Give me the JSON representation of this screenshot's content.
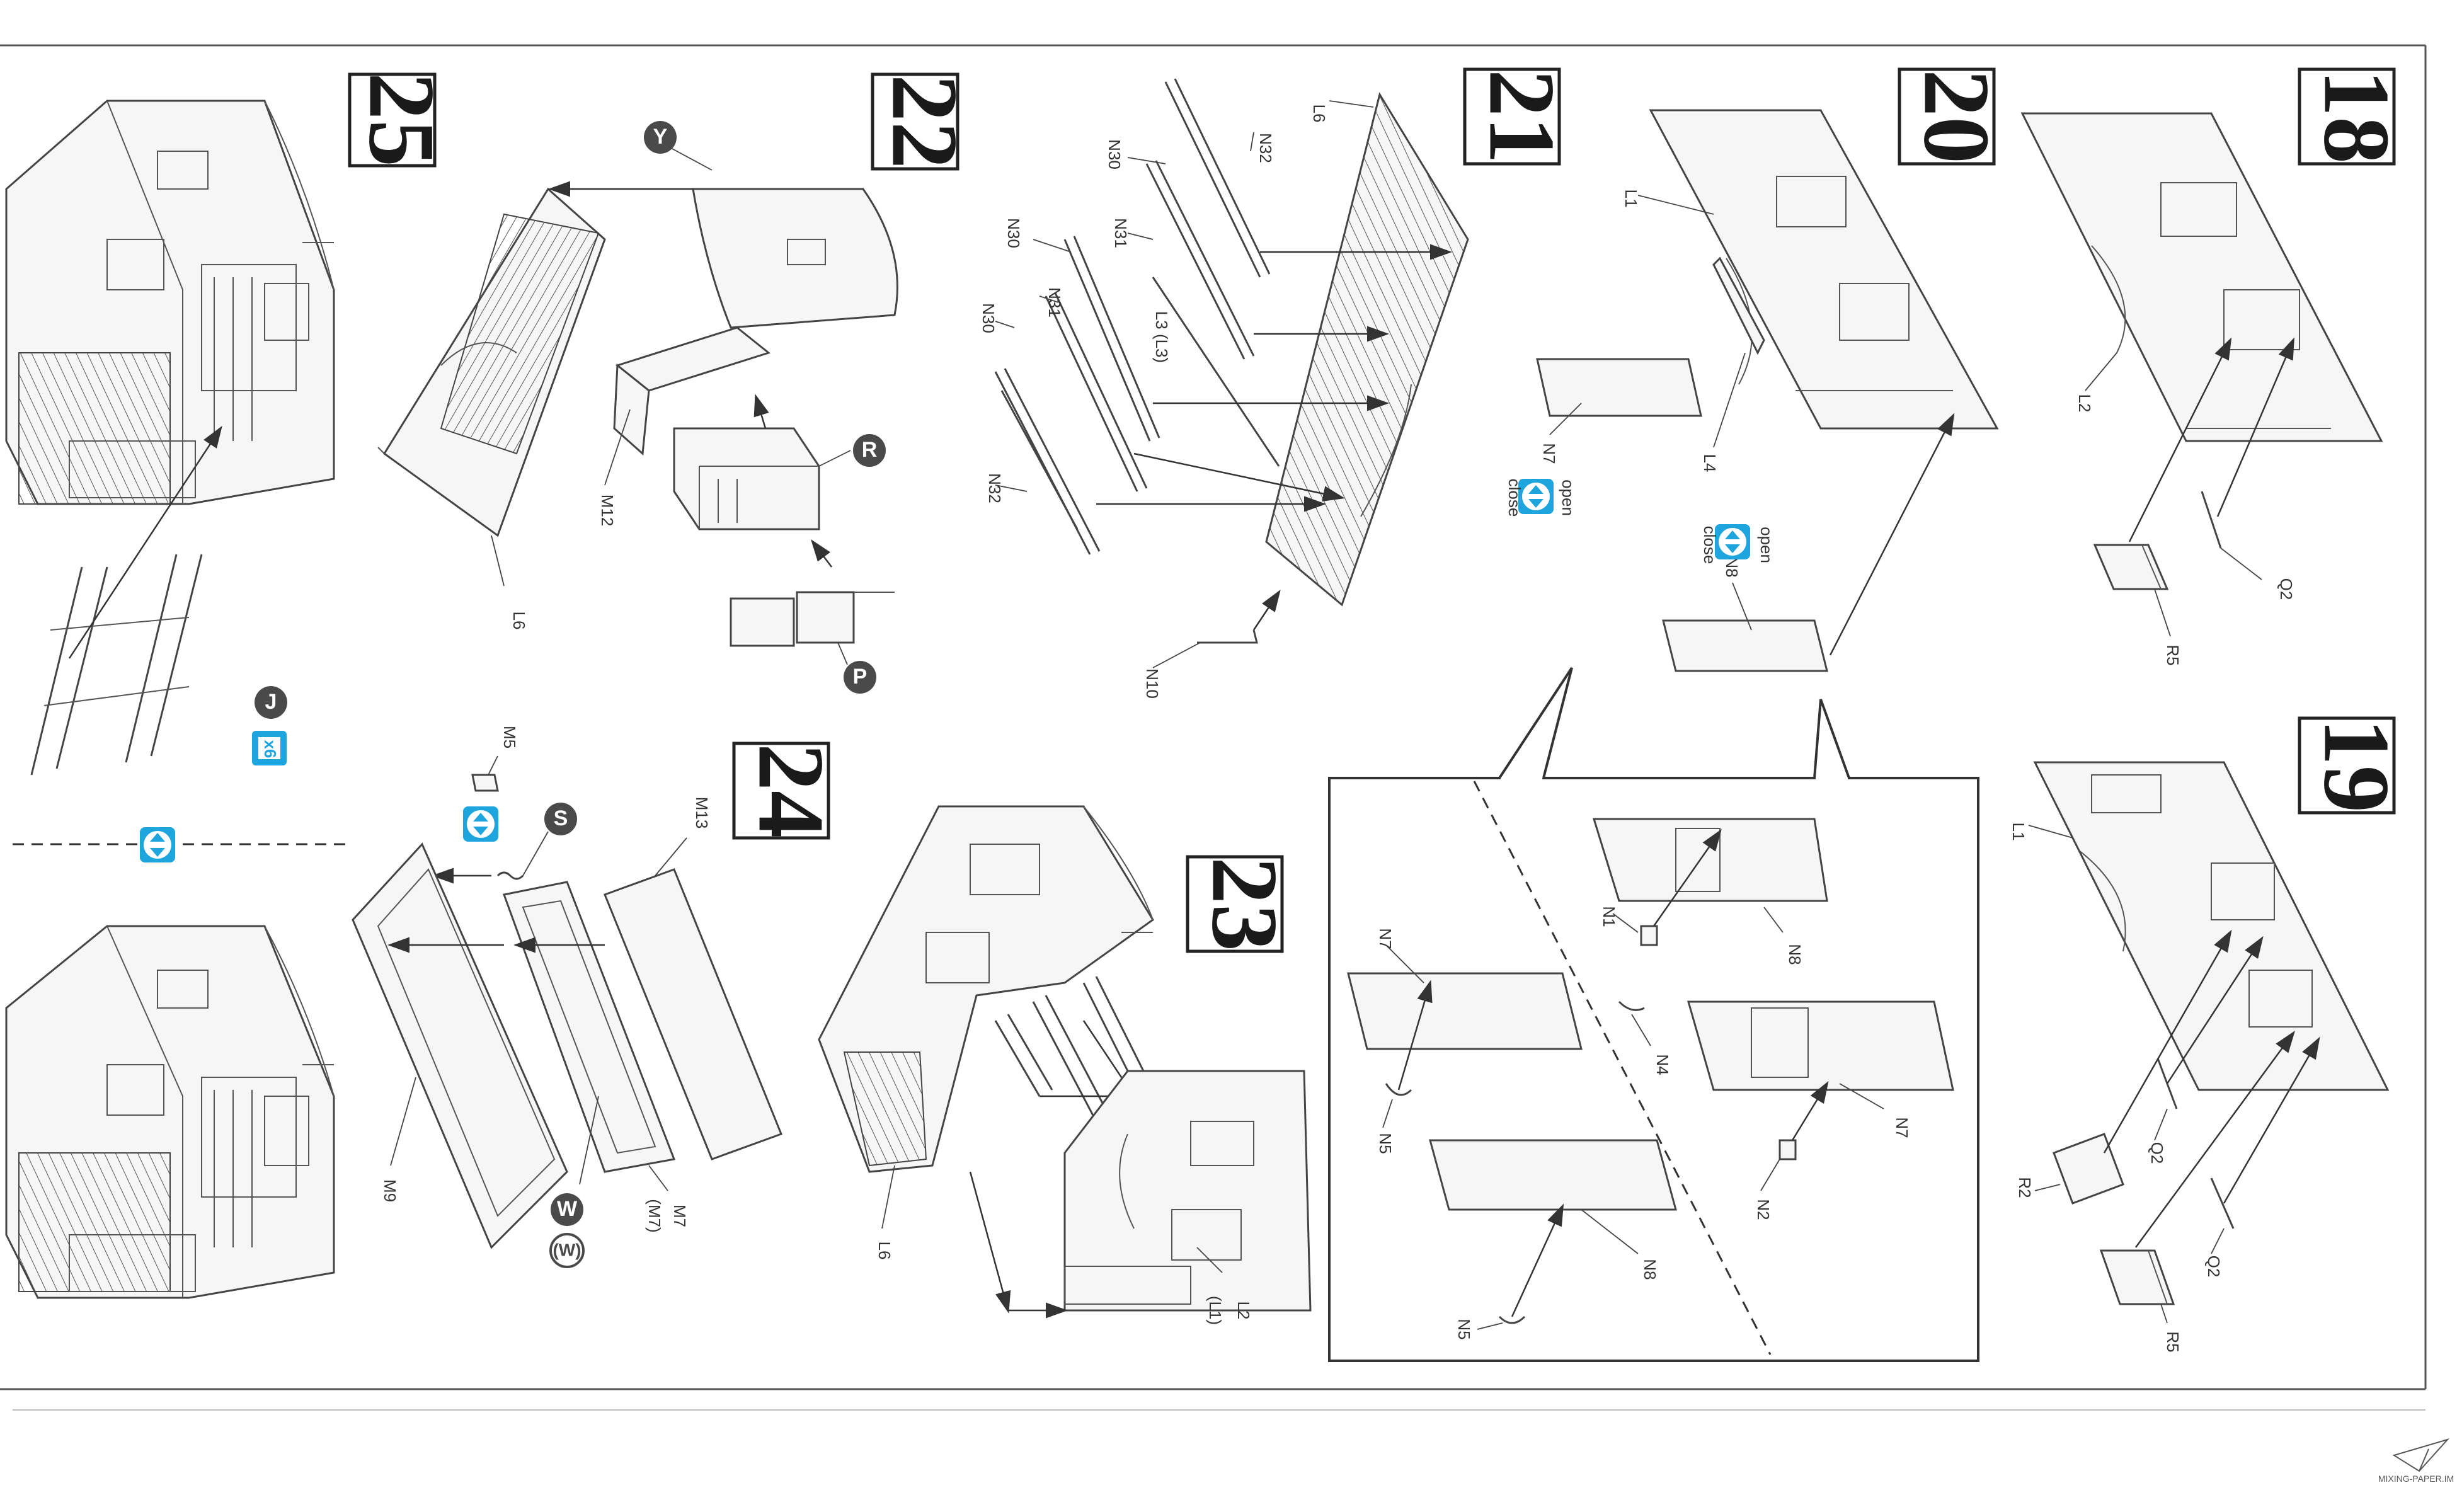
{
  "steps": [
    {
      "number": "25",
      "parts": [
        "J"
      ]
    },
    {
      "number": "22",
      "parts": [
        "Y",
        "R",
        "P",
        "M12",
        "L6"
      ]
    },
    {
      "number": "21",
      "parts": [
        "L6",
        "N32",
        "N30",
        "N31",
        "L3 (L3)",
        "N30",
        "N31",
        "N30",
        "N32",
        "N10"
      ]
    },
    {
      "number": "20",
      "parts": [
        "L1",
        "L4",
        "N7",
        "N8"
      ]
    },
    {
      "number": "18",
      "parts": [
        "L2",
        "Q2",
        "R5"
      ]
    },
    {
      "number": "24",
      "parts": [
        "M5",
        "S",
        "M13",
        "M9",
        "W (W)",
        "M7",
        "(M7)"
      ]
    },
    {
      "number": "23",
      "parts": [
        "L6",
        "L2",
        "(L1)"
      ]
    },
    {
      "number": "19",
      "parts": [
        "L1",
        "Q2",
        "R2",
        "Q2",
        "R5"
      ]
    }
  ],
  "labels": {
    "s25_j_count": "x6",
    "s22_L6": "L6",
    "s22_M12": "M12",
    "s22_Y": "Y",
    "s22_R": "R",
    "s22_P": "P",
    "s21_L6": "L6",
    "s21_N32a": "N32",
    "s21_N30a": "N30",
    "s21_N31a": "N31",
    "s21_L3": "L3 (L3)",
    "s21_N30b": "N30",
    "s21_N31b": "N31",
    "s21_N30c": "N30",
    "s21_N32b": "N32",
    "s21_N10": "N10",
    "s20_L1": "L1",
    "s20_L4": "L4",
    "s20_N7": "N7",
    "s20_N8": "N8",
    "s18_L2": "L2",
    "s18_Q2": "Q2",
    "s18_R5": "R5",
    "s24_M5": "M5",
    "s24_S": "S",
    "s24_M13": "M13",
    "s24_M9": "M9",
    "s24_W": "W",
    "s24_Wp": "(W)",
    "s24_M7": "M7",
    "s24_M7p": "(M7)",
    "s23_L6": "L6",
    "s23_L2": "L2",
    "s23_L1p": "(L1)",
    "s19_L1": "L1",
    "s19_Q2a": "Q2",
    "s19_R2": "R2",
    "s19_Q2b": "Q2",
    "s19_R5": "R5",
    "inset_N1": "N1",
    "inset_N8a": "N8",
    "inset_N4": "N4",
    "inset_N7a": "N7",
    "inset_N7b": "N7",
    "inset_N2": "N2",
    "inset_N5a": "N5",
    "inset_N5b": "N5",
    "inset_N8b": "N8"
  },
  "toggle_options": {
    "open": "open",
    "close": "close"
  },
  "watermark": "MIXING-PAPER.IM",
  "colors": {
    "accent": "#1ea5de",
    "badge": "#4a4a4a",
    "line": "#444444"
  }
}
